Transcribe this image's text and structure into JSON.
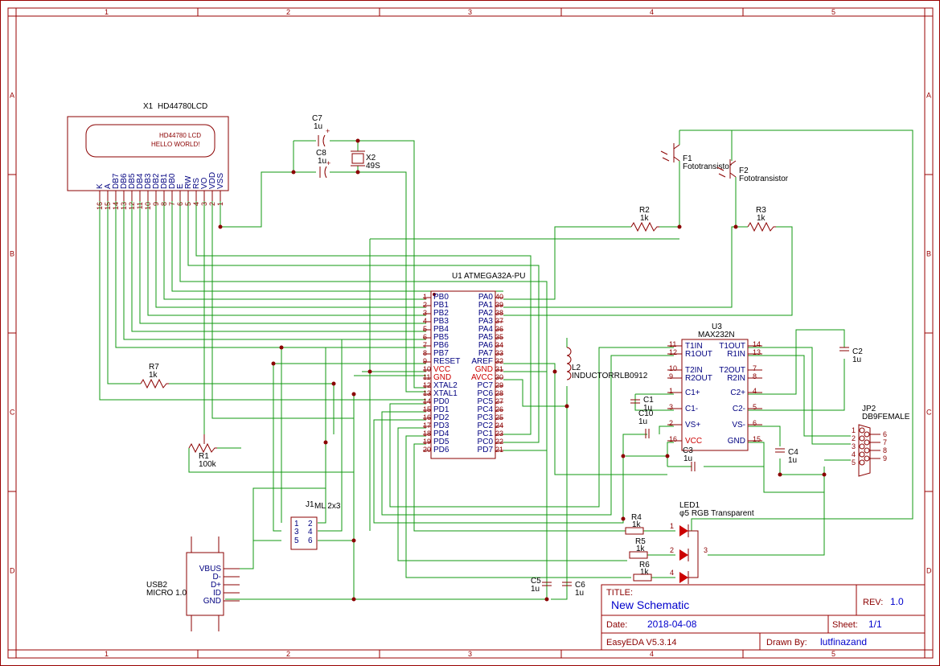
{
  "frame": {
    "col_labels": [
      "1",
      "2",
      "3",
      "4",
      "5"
    ],
    "row_labels": [
      "A",
      "B",
      "C",
      "D"
    ]
  },
  "components": {
    "lcd": {
      "designator": "X1",
      "value": "HD44780LCD",
      "screen_line1": "HD44780 LCD",
      "screen_line2": "HELLO WORLD!",
      "pins": [
        {
          "num": "16",
          "name": "K"
        },
        {
          "num": "15",
          "name": "A"
        },
        {
          "num": "14",
          "name": "DB7"
        },
        {
          "num": "13",
          "name": "DB6"
        },
        {
          "num": "12",
          "name": "DB5"
        },
        {
          "num": "11",
          "name": "DB4"
        },
        {
          "num": "10",
          "name": "DB3"
        },
        {
          "num": "9",
          "name": "DB2"
        },
        {
          "num": "8",
          "name": "DB1"
        },
        {
          "num": "7",
          "name": "DB0"
        },
        {
          "num": "6",
          "name": "E"
        },
        {
          "num": "5",
          "name": "RW"
        },
        {
          "num": "4",
          "name": "RS"
        },
        {
          "num": "3",
          "name": "VO"
        },
        {
          "num": "2",
          "name": "VDD"
        },
        {
          "num": "1",
          "name": "VSS"
        }
      ]
    },
    "mcu": {
      "designator": "U1",
      "value": "ATMEGA32A-PU",
      "left_pins": [
        {
          "num": "1",
          "name": "PB0"
        },
        {
          "num": "2",
          "name": "PB1"
        },
        {
          "num": "3",
          "name": "PB2"
        },
        {
          "num": "4",
          "name": "PB3"
        },
        {
          "num": "5",
          "name": "PB4"
        },
        {
          "num": "6",
          "name": "PB5"
        },
        {
          "num": "7",
          "name": "PB6"
        },
        {
          "num": "8",
          "name": "PB7"
        },
        {
          "num": "9",
          "name": "RESET"
        },
        {
          "num": "10",
          "name": "VCC",
          "power": true
        },
        {
          "num": "11",
          "name": "GND",
          "power": true
        },
        {
          "num": "12",
          "name": "XTAL2"
        },
        {
          "num": "13",
          "name": "XTAL1"
        },
        {
          "num": "14",
          "name": "PD0"
        },
        {
          "num": "15",
          "name": "PD1"
        },
        {
          "num": "16",
          "name": "PD2"
        },
        {
          "num": "17",
          "name": "PD3"
        },
        {
          "num": "18",
          "name": "PD4"
        },
        {
          "num": "19",
          "name": "PD5"
        },
        {
          "num": "20",
          "name": "PD6"
        }
      ],
      "right_pins": [
        {
          "num": "40",
          "name": "PA0"
        },
        {
          "num": "39",
          "name": "PA1"
        },
        {
          "num": "38",
          "name": "PA2"
        },
        {
          "num": "37",
          "name": "PA3"
        },
        {
          "num": "36",
          "name": "PA4"
        },
        {
          "num": "35",
          "name": "PA5"
        },
        {
          "num": "34",
          "name": "PA6"
        },
        {
          "num": "33",
          "name": "PA7"
        },
        {
          "num": "32",
          "name": "AREF"
        },
        {
          "num": "31",
          "name": "GND",
          "power": true
        },
        {
          "num": "30",
          "name": "AVCC",
          "power": true
        },
        {
          "num": "29",
          "name": "PC7"
        },
        {
          "num": "28",
          "name": "PC6"
        },
        {
          "num": "27",
          "name": "PC5"
        },
        {
          "num": "26",
          "name": "PC4"
        },
        {
          "num": "25",
          "name": "PC3"
        },
        {
          "num": "24",
          "name": "PC2"
        },
        {
          "num": "23",
          "name": "PC1"
        },
        {
          "num": "22",
          "name": "PC0"
        },
        {
          "num": "21",
          "name": "PD7"
        }
      ]
    },
    "max232": {
      "designator": "U3",
      "value": "MAX232N",
      "left_pins": [
        {
          "num": "11",
          "name": "T1IN"
        },
        {
          "num": "12",
          "name": "R1OUT"
        },
        {
          "num": "10",
          "name": "T2IN"
        },
        {
          "num": "9",
          "name": "R2OUT"
        },
        {
          "num": "1",
          "name": "C1+"
        },
        {
          "num": "3",
          "name": "C1-"
        },
        {
          "num": "2",
          "name": "VS+"
        },
        {
          "num": "16",
          "name": "VCC",
          "power": true
        }
      ],
      "right_pins": [
        {
          "num": "14",
          "name": "T1OUT"
        },
        {
          "num": "13",
          "name": "R1IN"
        },
        {
          "num": "7",
          "name": "T2OUT"
        },
        {
          "num": "8",
          "name": "R2IN"
        },
        {
          "num": "4",
          "name": "C2+"
        },
        {
          "num": "5",
          "name": "C2-"
        },
        {
          "num": "6",
          "name": "VS-"
        },
        {
          "num": "15",
          "name": "GND"
        }
      ]
    },
    "c7": {
      "designator": "C7",
      "value": "1u"
    },
    "c8": {
      "designator": "C8",
      "value": "1u"
    },
    "x2": {
      "designator": "X2",
      "value": "49S"
    },
    "f1": {
      "designator": "F1",
      "value": "Fototransistor"
    },
    "f2": {
      "designator": "F2",
      "value": "Fototransistor"
    },
    "r1": {
      "designator": "R1",
      "value": "100k"
    },
    "r2": {
      "designator": "R2",
      "value": "1k"
    },
    "r3": {
      "designator": "R3",
      "value": "1k"
    },
    "r4": {
      "designator": "R4",
      "value": "1k"
    },
    "r5": {
      "designator": "R5",
      "value": "1k"
    },
    "r6": {
      "designator": "R6",
      "value": "1k"
    },
    "r7": {
      "designator": "R7",
      "value": "1k"
    },
    "l2": {
      "designator": "L2",
      "value": "INDUCTORRLB0912"
    },
    "c1": {
      "designator": "C1",
      "value": "1u"
    },
    "c2": {
      "designator": "C2",
      "value": "1u"
    },
    "c3": {
      "designator": "C3",
      "value": "1u"
    },
    "c4": {
      "designator": "C4",
      "value": "1u"
    },
    "c5": {
      "designator": "C5",
      "value": "1u"
    },
    "c6": {
      "designator": "C6",
      "value": "1u"
    },
    "c10": {
      "designator": "C10",
      "value": "1u"
    },
    "jp2": {
      "designator": "JP2",
      "value": "DB9FEMALE",
      "pins": [
        "1",
        "2",
        "3",
        "4",
        "5",
        "6",
        "7",
        "8",
        "9"
      ]
    },
    "j1": {
      "designator": "J1",
      "value": "ML 2x3",
      "pins": [
        "1",
        "2",
        "3",
        "4",
        "5",
        "6"
      ]
    },
    "led1": {
      "designator": "LED1",
      "value": "φ5 RGB Transparent",
      "pins": [
        "1",
        "2",
        "3",
        "4"
      ]
    },
    "usb2": {
      "designator": "USB2",
      "value": "MICRO 1.0",
      "pins": [
        "VBUS",
        "D-",
        "D+",
        "ID",
        "GND"
      ]
    }
  },
  "title_block": {
    "title_label": "TITLE:",
    "title": "New Schematic",
    "rev_label": "REV:",
    "rev": "1.0",
    "date_label": "Date:",
    "date": "2018-04-08",
    "sheet_label": "Sheet:",
    "sheet": "1/1",
    "software": "EasyEDA V5.3.14",
    "drawn_label": "Drawn By:",
    "drawn_by": "lutfinazand"
  }
}
